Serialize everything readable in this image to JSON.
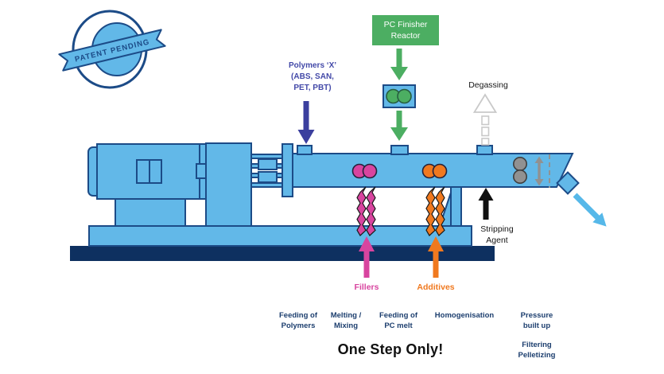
{
  "stamp": {
    "text": "PATENT PENDING"
  },
  "reactor": {
    "line1": "PC Finisher",
    "line2": "Reactor"
  },
  "labels": {
    "polymers": {
      "line1": "Polymers ‘X’",
      "line2": "(ABS, SAN,",
      "line3": "PET, PBT)"
    },
    "degassing": "Degassing",
    "stripping": {
      "line1": "Stripping",
      "line2": "Agent"
    },
    "fillers": "Fillers",
    "additives": "Additives"
  },
  "process_steps": [
    {
      "line1": "Feeding of",
      "line2": "Polymers"
    },
    {
      "line1": "Melting /",
      "line2": "Mixing"
    },
    {
      "line1": "Feeding of",
      "line2": "PC melt"
    },
    {
      "line1": "Homogenisation",
      "line2": ""
    },
    {
      "line1": "Pressure",
      "line2": "built up"
    },
    {
      "line1": "Filtering",
      "line2": "Pelletizing"
    }
  ],
  "tagline": "One Step Only!",
  "colors": {
    "machine_blue": "#62b8e8",
    "navy": "#1c4b87",
    "dark_base": "#0e3060",
    "green": "#4cae62",
    "pink": "#d8449f",
    "orange": "#f0791f",
    "indigo": "#3b3f9e",
    "gray": "#919191",
    "light_gray": "#c9c9c9",
    "text_navy": "#1c3e6e",
    "text_purple": "#4349a8",
    "sky_arrow": "#56b8e9"
  }
}
